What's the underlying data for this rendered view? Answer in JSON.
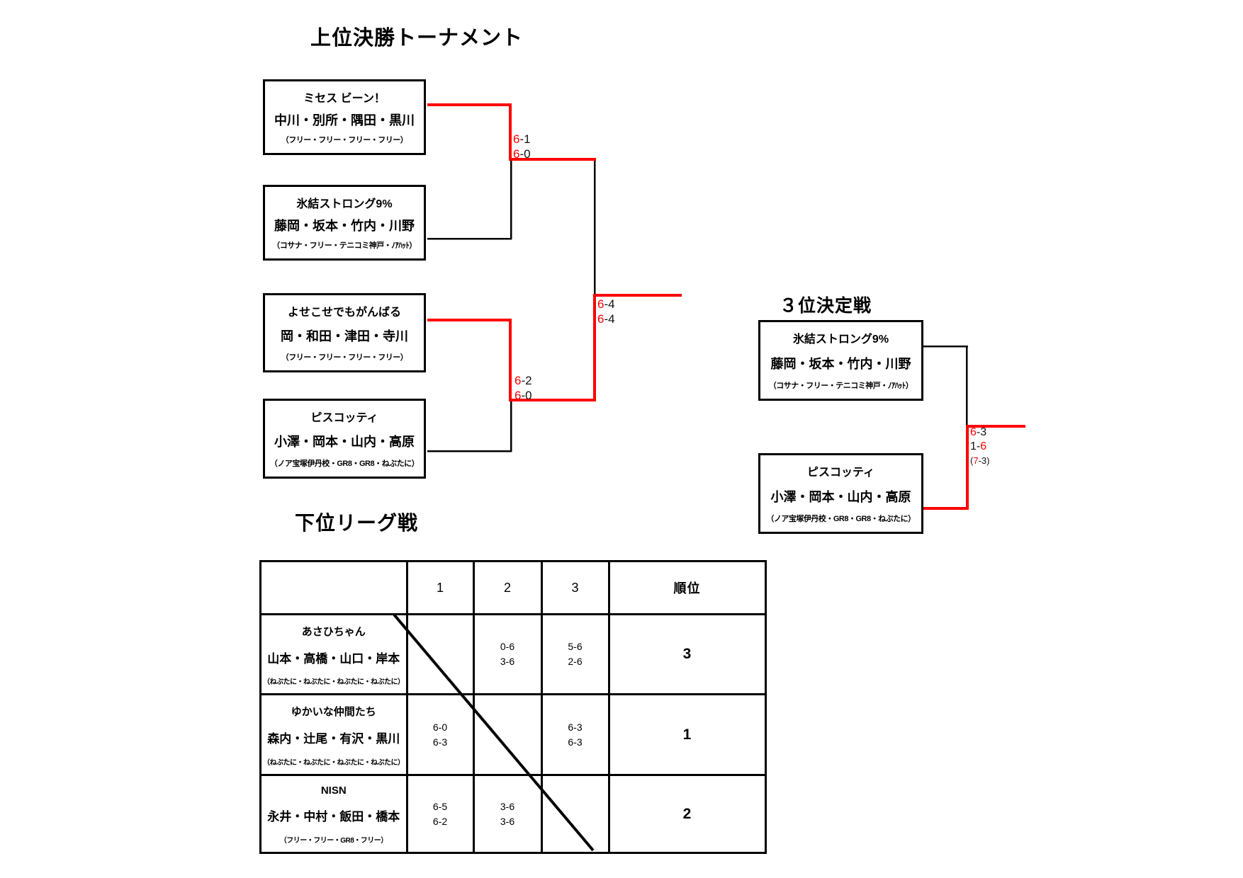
{
  "colors": {
    "red": "#ff0000",
    "black": "#000000",
    "background": "#ffffff"
  },
  "tournament": {
    "title": "上位決勝トーナメント",
    "teams": [
      {
        "name": "ミセス ビーン！",
        "players": "中川・別所・隅田・黒川",
        "affiliation": "（フリー・フリー・フリー・フリー）"
      },
      {
        "name": "氷結ストロング9%",
        "players": "藤岡・坂本・竹内・川野",
        "affiliation": "（コサナ・フリー・テニコミ神戸・ﾉｱﾊｯﾄ）"
      },
      {
        "name": "よせこせでもがんばる",
        "players": "岡・和田・津田・寺川",
        "affiliation": "（フリー・フリー・フリー・フリー）"
      },
      {
        "name": "ピスコッティ",
        "players": "小澤・岡本・山内・高原",
        "affiliation": "（ノア宝塚伊丹校・GR8・GR8・ねぶたに）"
      }
    ],
    "scores": {
      "semifinal1": [
        [
          {
            "t": "6",
            "red": true
          },
          {
            "t": "-1"
          }
        ],
        [
          {
            "t": "6",
            "red": true
          },
          {
            "t": "-0"
          }
        ]
      ],
      "semifinal2": [
        [
          {
            "t": "6",
            "red": true
          },
          {
            "t": "-2"
          }
        ],
        [
          {
            "t": "6",
            "red": true
          },
          {
            "t": "-0"
          }
        ]
      ],
      "final": [
        [
          {
            "t": "6",
            "red": true
          },
          {
            "t": "-4"
          }
        ],
        [
          {
            "t": "6",
            "red": true
          },
          {
            "t": "-4"
          }
        ]
      ]
    }
  },
  "third_place": {
    "title": "３位決定戦",
    "teams": [
      {
        "name": "氷結ストロング9%",
        "players": "藤岡・坂本・竹内・川野",
        "affiliation": "（コサナ・フリー・テニコミ神戸・ﾉｱﾊｯﾄ）"
      },
      {
        "name": "ピスコッティ",
        "players": "小澤・岡本・山内・高原",
        "affiliation": "（ノア宝塚伊丹校・GR8・GR8・ねぶたに）"
      }
    ],
    "score": [
      [
        {
          "t": "6",
          "red": true
        },
        {
          "t": "-3"
        }
      ],
      [
        {
          "t": "1"
        },
        {
          "t": "-"
        },
        {
          "t": "6",
          "red": true
        }
      ],
      [
        {
          "t": "("
        },
        {
          "t": "7",
          "red": true
        },
        {
          "t": "-3)"
        }
      ]
    ]
  },
  "league": {
    "title": "下位リーグ戦",
    "col_headers": [
      "1",
      "2",
      "3"
    ],
    "rank_header": "順位",
    "rows": [
      {
        "name": "あさひちゃん",
        "players": "山本・高橋・山口・岸本",
        "affiliation": "（ねぶたに・ねぶたに・ねぶたに・ねぶたに）",
        "cells": [
          null,
          [
            "0-6",
            "3-6"
          ],
          [
            "5-6",
            "2-6"
          ]
        ],
        "rank": "3"
      },
      {
        "name": "ゆかいな仲間たち",
        "players": "森内・辻尾・有沢・黒川",
        "affiliation": "（ねぶたに・ねぶたに・ねぶたに・ねぶたに）",
        "cells": [
          [
            "6-0",
            "6-3"
          ],
          null,
          [
            "6-3",
            "6-3"
          ]
        ],
        "rank": "1"
      },
      {
        "name": "NISN",
        "players": "永井・中村・飯田・橋本",
        "affiliation": "（フリー・フリー・GR8・フリー）",
        "cells": [
          [
            "6-5",
            "6-2"
          ],
          [
            "3-6",
            "3-6"
          ],
          null
        ],
        "rank": "2"
      }
    ]
  }
}
